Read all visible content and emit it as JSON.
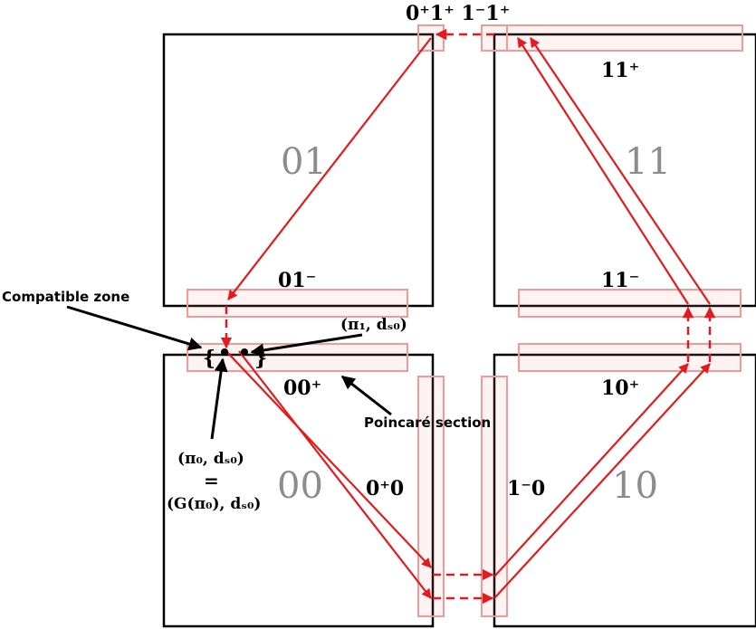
{
  "diagram": {
    "colors": {
      "box": "#000000",
      "arrow": "#e41a1c",
      "section": "#f19a9a",
      "grey_label": "#8c8c8c"
    },
    "quadrants": [
      {
        "id": "q01",
        "label": "01"
      },
      {
        "id": "q11",
        "label": "11"
      },
      {
        "id": "q00",
        "label": "00"
      },
      {
        "id": "q10",
        "label": "10"
      }
    ],
    "section_labels": {
      "top_pair": "0⁺1⁺ 1⁻1⁺",
      "s11p": "11⁺",
      "s01m": "01⁻",
      "s11m": "11⁻",
      "s00p": "00⁺",
      "s10p": "10⁺",
      "s0p0": "0⁺0",
      "s1m0": "1⁻0"
    },
    "annotations": {
      "compatible_zone": "Compatible zone",
      "poincare_section": "Poincaré section",
      "pi1": "(π₁, dₛ₀)",
      "pi0": "(π₀, dₛ₀)",
      "equals": "=",
      "gpi0": "(G(π₀), dₛ₀)"
    }
  }
}
